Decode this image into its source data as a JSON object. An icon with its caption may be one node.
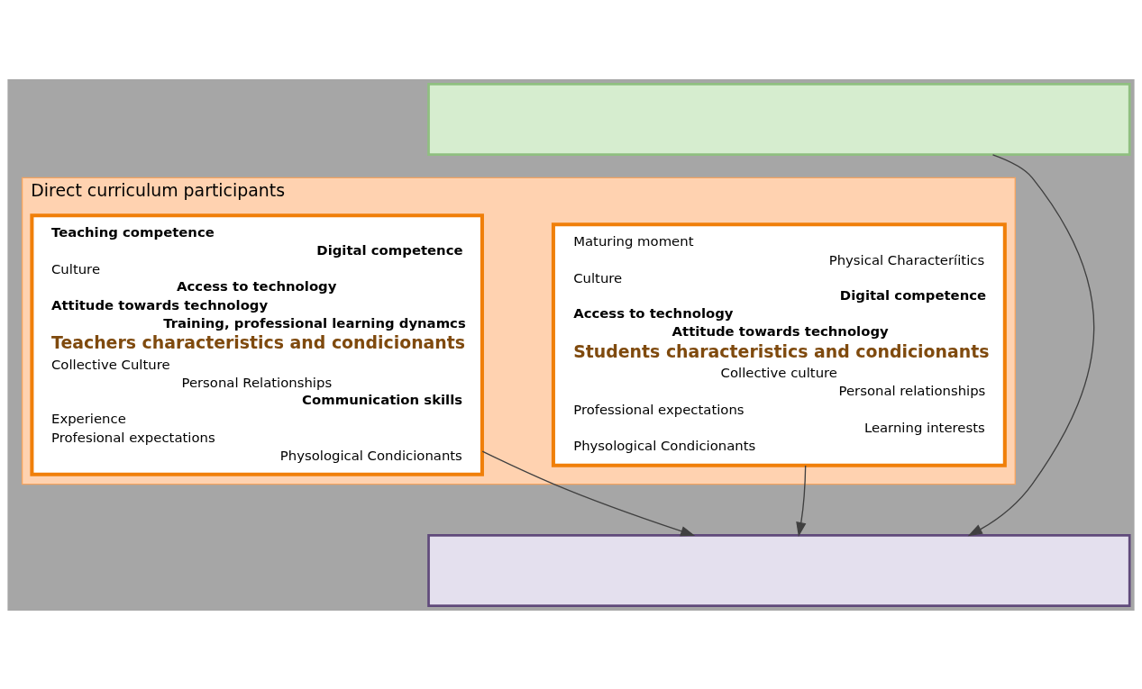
{
  "diagram": {
    "nodes": [
      {
        "text": [],
        "shape": "box"
      },
      {
        "text": [
          "Direct curriculum participants"
        ]
      },
      {
        "text": [
          "Teaching competence",
          "Digital competence",
          "Culture",
          "Access to technology",
          "Attitude towards technology",
          "Training, professional learning dynamcs",
          "Teachers characteristics and condicionants",
          "Collective Culture",
          "Personal Relationships",
          "Communication skills",
          "Experience",
          "Profesional expectations",
          "Physological Condicionants"
        ],
        "in": 1
      },
      {
        "text": [
          "Maturing moment",
          "Physical Characteríitics",
          "Culture",
          "Digital competence",
          "Access to technology",
          "Attitude towards technology",
          "Students characteristics and condicionants",
          "Collective culture",
          "Personal relationships",
          "Professional expectations",
          "Learning interests",
          "Physological Condicionants"
        ],
        "in": 1
      },
      {
        "text": [],
        "shape": "box"
      }
    ],
    "edges": [
      {
        "from": 0,
        "to": 4,
        "arrow": "to"
      },
      {
        "from": 2,
        "to": 4,
        "arrow": "to"
      },
      {
        "from": 3,
        "to": 4,
        "arrow": "to"
      }
    ]
  }
}
